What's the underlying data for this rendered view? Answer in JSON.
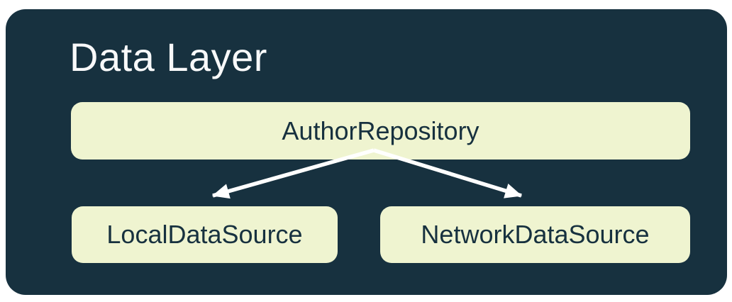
{
  "diagram": {
    "title": "Data Layer",
    "nodes": {
      "repository": {
        "label": "AuthorRepository"
      },
      "local": {
        "label": "LocalDataSource"
      },
      "network": {
        "label": "NetworkDataSource"
      }
    },
    "edges": [
      {
        "from": "AuthorRepository",
        "to": "LocalDataSource"
      },
      {
        "from": "AuthorRepository",
        "to": "NetworkDataSource"
      }
    ],
    "colors": {
      "page_background": "#FFFFFF",
      "container_background": "#17313F",
      "node_background": "#EFF4D0",
      "node_text": "#17313F",
      "title_text": "#F8F9FA",
      "arrow": "#FFFFFF"
    }
  }
}
